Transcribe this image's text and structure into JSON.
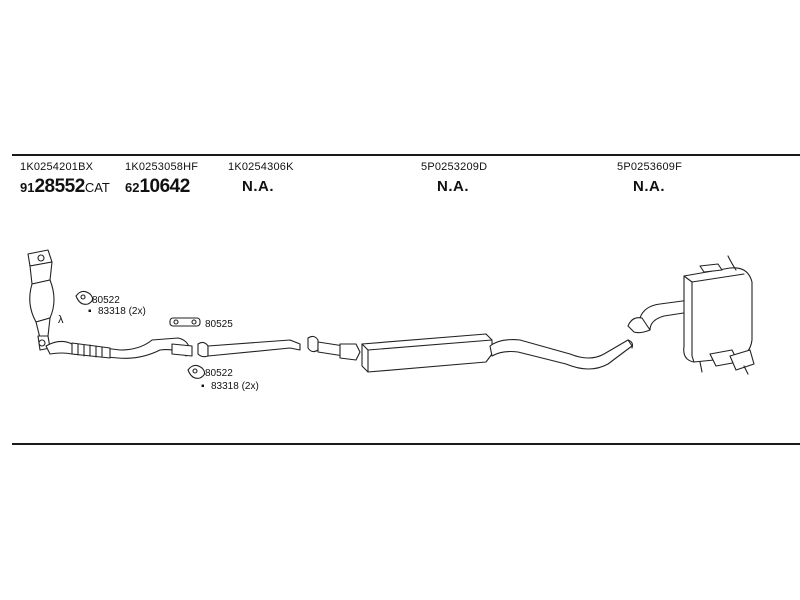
{
  "parts": [
    {
      "part_number": "1K0254201BX",
      "ref_prefix": "91",
      "ref_main": "28552",
      "ref_suffix": "CAT"
    },
    {
      "part_number": "1K0253058HF",
      "ref_prefix": "62",
      "ref_main": "10642",
      "ref_suffix": ""
    },
    {
      "part_number": "1K0254306K",
      "ref_prefix": "",
      "ref_main": "N.A.",
      "ref_suffix": ""
    },
    {
      "part_number": "5P0253209D",
      "ref_prefix": "",
      "ref_main": "N.A.",
      "ref_suffix": ""
    },
    {
      "part_number": "5P0253609F",
      "ref_prefix": "",
      "ref_main": "N.A.",
      "ref_suffix": ""
    }
  ],
  "callouts": {
    "gasket_front": "80522",
    "bolt_front": "83318 (2x)",
    "hanger": "80525",
    "gasket_mid": "80522",
    "bolt_mid": "83318 (2x)"
  },
  "sensor_symbol": "λ"
}
